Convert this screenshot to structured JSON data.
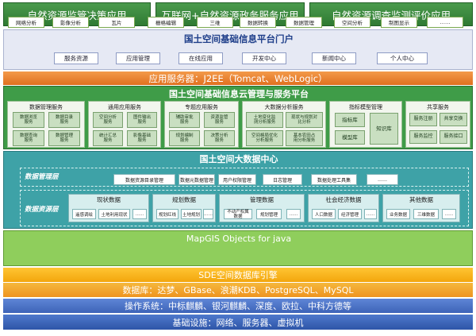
{
  "top_apps": [
    "自然资源监管决策应用",
    "互联网+自然资源政务服务应用",
    "自然资源调查监测评价应用"
  ],
  "portal": {
    "title": "国土空间基础信息平台门户",
    "items": [
      "服务资源",
      "应用管理",
      "在线应用",
      "开发中心",
      "新闻中心",
      "个人中心"
    ]
  },
  "app_server": "应用服务器：J2EE（Tomcat、WebLogic）",
  "platform": {
    "title": "国土空间基础信息云管理与服务平台",
    "services": [
      {
        "title": "数据管理服务",
        "cells": [
          "数据浏览\n服务",
          "数据目录\n服务",
          "数据查询\n服务",
          "数据管理\n服务"
        ]
      },
      {
        "title": "通用应用服务",
        "cells": [
          "空间分析\n服务",
          "图件输出\n服务",
          "统计汇总\n服务",
          "影像基础\n服务"
        ]
      },
      {
        "title": "专题应用服务",
        "cells": [
          "辅助审批\n服务",
          "资源监管\n服务",
          "规划编制\n服务",
          "决策分析\n服务"
        ]
      },
      {
        "title": "大数据分析服务",
        "cells": [
          "土地变化监\n测分析服务",
          "现状与规划对\n比分析",
          "空间格局优化\n分析服务",
          "基本农田占\n用分析服务"
        ]
      },
      {
        "title": "指标模型管理",
        "cells": [
          "指标库",
          "知识库",
          "模型库"
        ]
      },
      {
        "title": "共享服务",
        "cells": [
          "服务注册",
          "共享交换",
          "服务监控",
          "服务接口"
        ]
      }
    ]
  },
  "bigdata": {
    "title": "国土空间大数据中心",
    "mgmt_label": "数据管理层",
    "mgmt_items": [
      "数据资源目录管理",
      "数据元数据管理",
      "用户权限管理",
      "日志管理",
      "数据处理工具集",
      "……"
    ],
    "res_label": "数据资源层",
    "groups": [
      {
        "title": "现状数据",
        "items": [
          "遥感调绘",
          "土地利用现状",
          "……"
        ]
      },
      {
        "title": "规划数据",
        "items": [
          "规划红线",
          "土地规划",
          "……"
        ]
      },
      {
        "title": "管理数据",
        "items": [
          "不动产权属\n数据",
          "规划管理",
          "……"
        ]
      },
      {
        "title": "社会经济数据",
        "items": [
          "人口数据",
          "经济管理",
          "……"
        ]
      },
      {
        "title": "其他数据",
        "items": [
          "业务数据",
          "三维数据",
          "……"
        ]
      }
    ]
  },
  "mapgis": {
    "title": "MapGIS Objects for java",
    "items": [
      "网络分析",
      "影像分析",
      "瓦片",
      "栅格编辑",
      "三维",
      "数据转换",
      "数据管理",
      "空间分析",
      "制图显示",
      "……"
    ]
  },
  "sde": "SDE空间数据库引擎",
  "database": "数据库：达梦、GBase、浪潮KDB、PostgreSQL、MySQL",
  "os": "操作系统：中标麒麟、银河麒麟、深度、欧拉、中科方德等",
  "infrastructure": "基础设施：网络、服务器、虚拟机"
}
